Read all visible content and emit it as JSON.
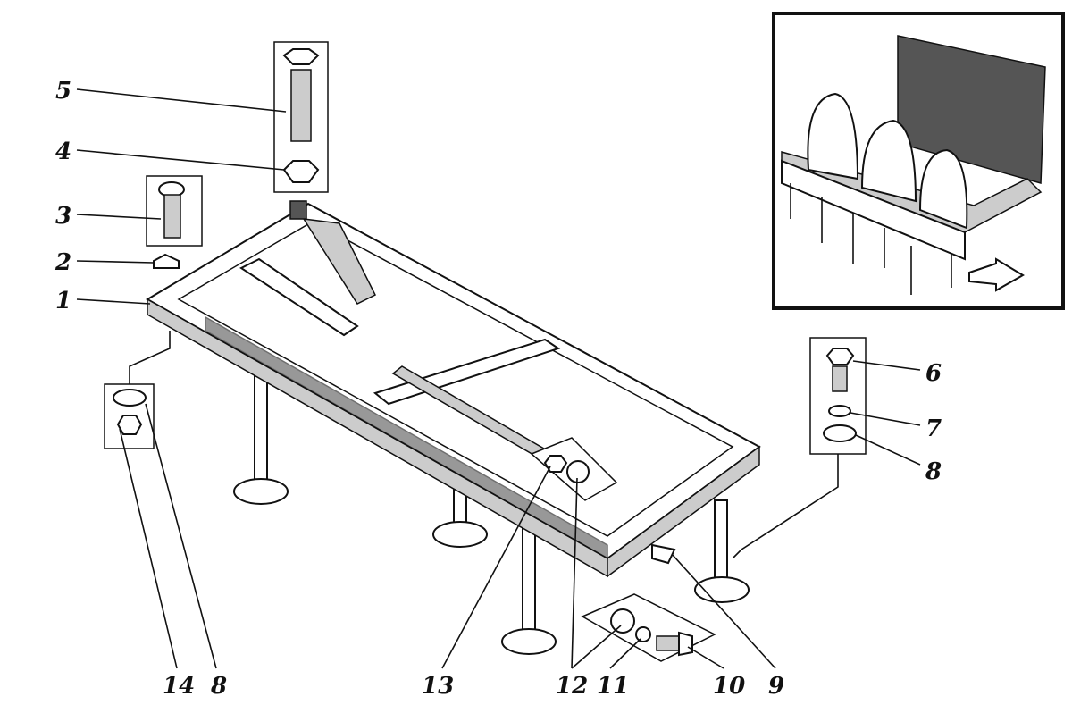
{
  "diagram": {
    "title": "Seat frame assembly (exploded view)",
    "callouts": {
      "c1": "1",
      "c2": "2",
      "c3": "3",
      "c4": "4",
      "c5": "5",
      "c6": "6",
      "c7": "7",
      "c8r": "8",
      "c14": "14",
      "c8b": "8",
      "c13": "13",
      "c12": "12",
      "c11": "11",
      "c10": "10",
      "c9": "9"
    }
  }
}
